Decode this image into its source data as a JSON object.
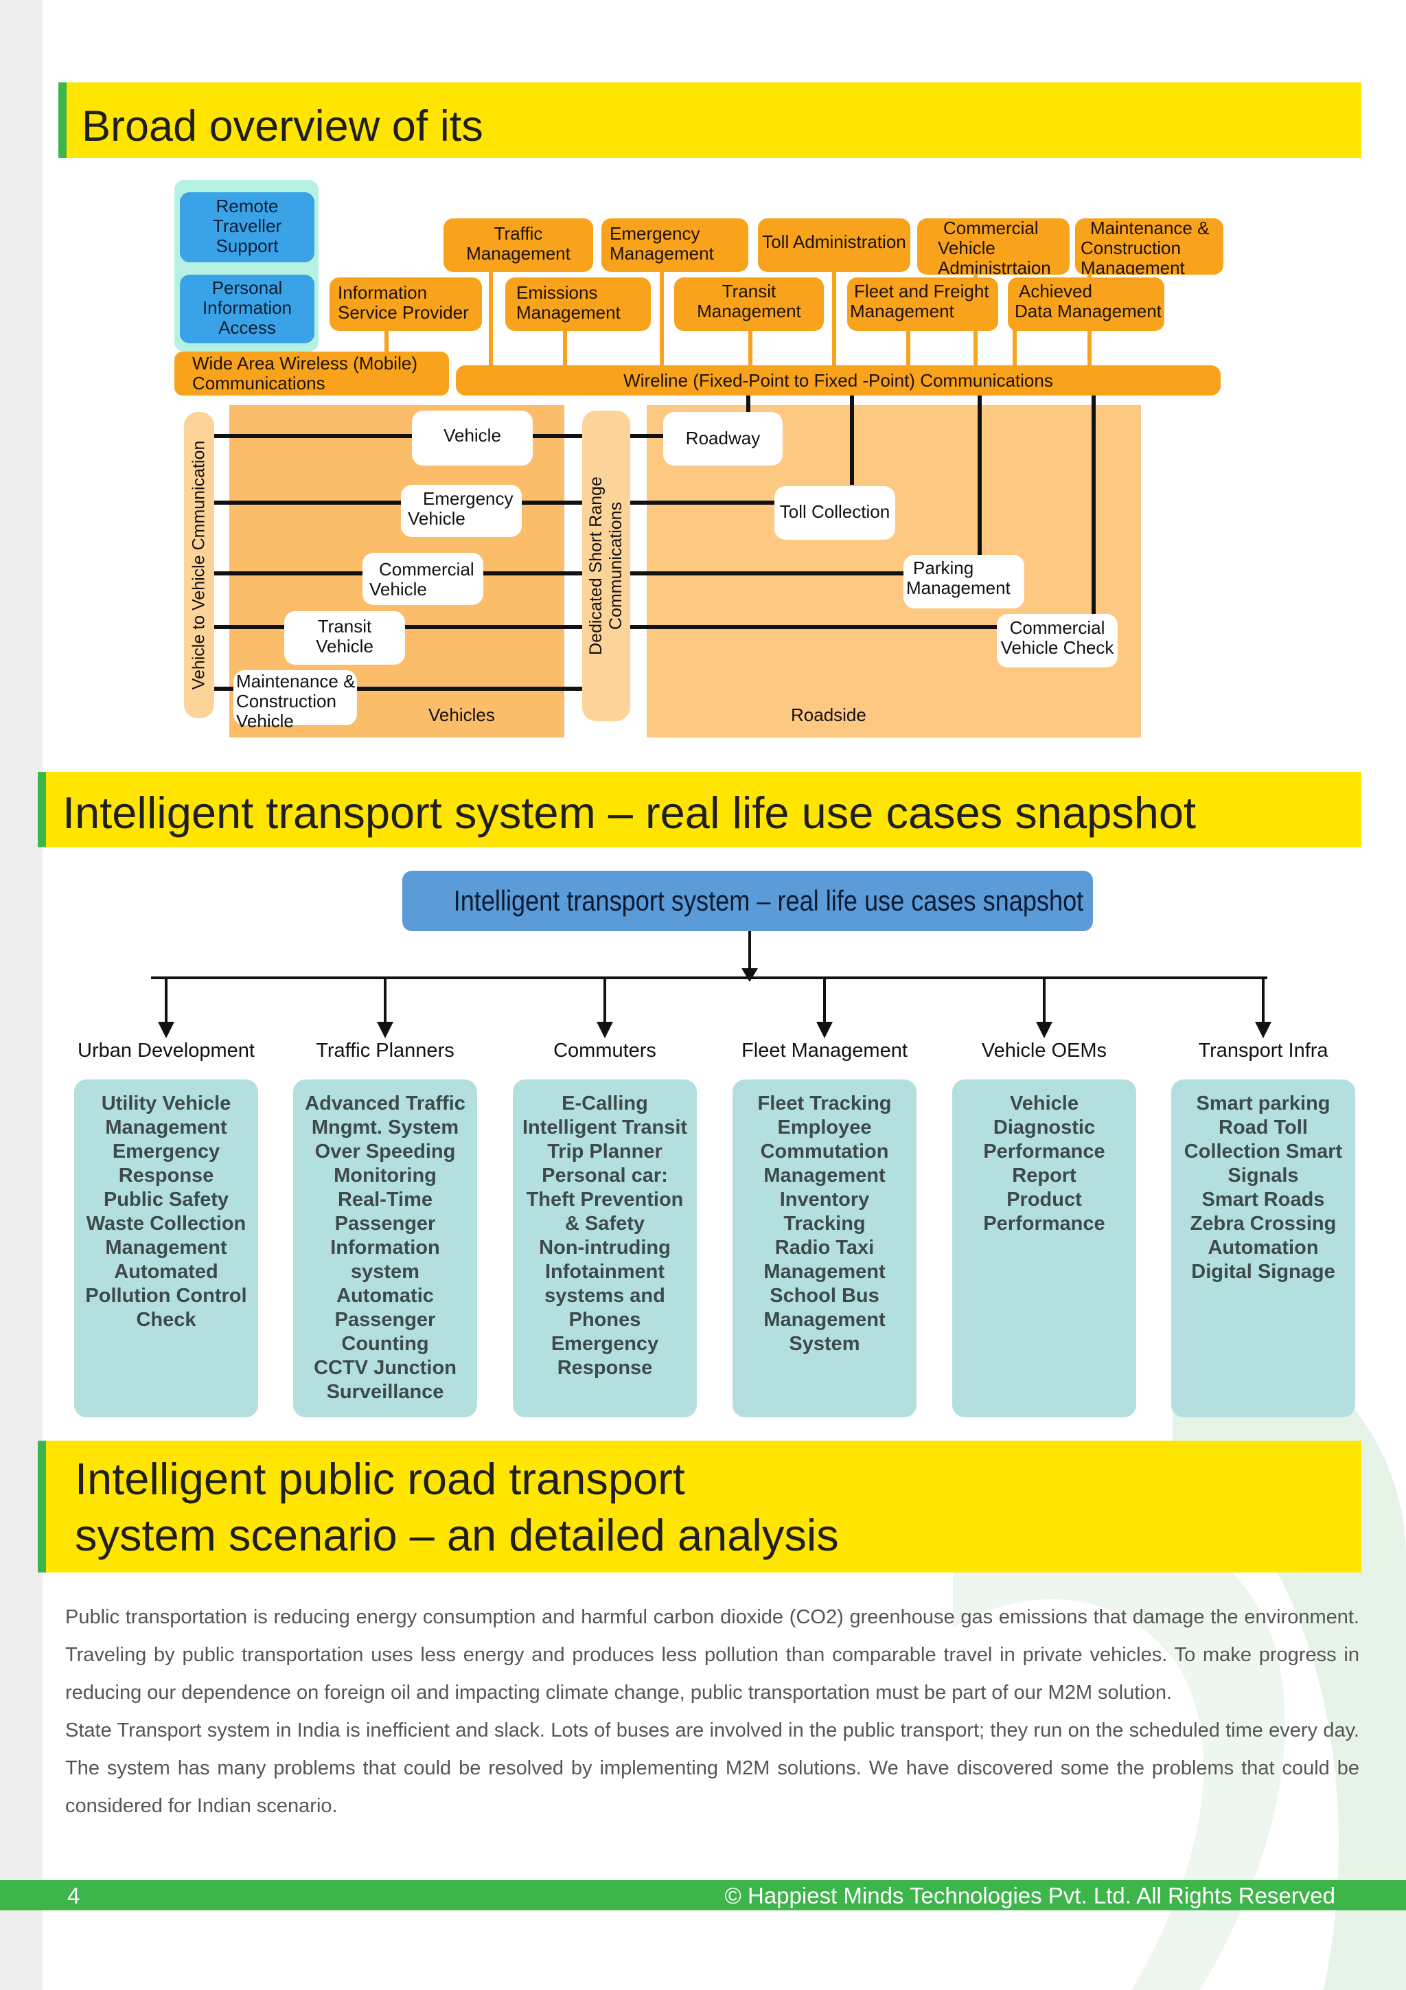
{
  "banners": {
    "its_overview": "Broad overview of its",
    "use_cases": "Intelligent transport system – real life use cases snapshot",
    "analysis_line1": "Intelligent public road transport",
    "analysis_line2": "system scenario – an detailed analysis"
  },
  "architecture": {
    "travelers": {
      "remote": [
        "Remote",
        "Traveller",
        "Support"
      ],
      "personal": [
        "Personal",
        "Information",
        "Access"
      ]
    },
    "centers": {
      "traffic": [
        "Traffic",
        "Management"
      ],
      "emergency": [
        "Emergency",
        "Management"
      ],
      "toll": "Toll Administration",
      "commercial": [
        "Commercial",
        "Vehicle",
        "Administrtaion"
      ],
      "maintenance": [
        "Maintenance &",
        "Construction",
        "Management"
      ],
      "information": [
        "Information",
        "Service Provider"
      ],
      "emissions": [
        "Emissions",
        "Management"
      ],
      "transit": [
        "Transit",
        "Management"
      ],
      "fleet": [
        "Fleet and Freight",
        "Management"
      ],
      "archived": [
        "Achieved",
        "Data Management"
      ]
    },
    "comms": {
      "wide_area": [
        "Wide Area Wireless (Mobile)",
        "Communications"
      ],
      "wireline": "Wireline (Fixed-Point to Fixed -Point) Communications",
      "v2v": "Vehicle to Vehicle Cmmunication",
      "dsrc": [
        "Dedicated Short Range",
        "Communications"
      ]
    },
    "vehicles": {
      "label": "Vehicles",
      "vehicle": "Vehicle",
      "emergency": [
        "Emergency",
        "Vehicle"
      ],
      "commercial": [
        "Commercial",
        "Vehicle"
      ],
      "transit": [
        "Transit",
        "Vehicle"
      ],
      "maintenance": [
        "Maintenance &",
        "Construction",
        "Vehicle"
      ]
    },
    "roadside": {
      "label": "Roadside",
      "roadway": "Roadway",
      "toll": "Toll Collection",
      "parking": [
        "Parking",
        "Management"
      ],
      "commercial_check": [
        "Commercial",
        "Vehicle Check"
      ]
    }
  },
  "use_cases": {
    "root": "Intelligent transport system – real life use cases snapshot",
    "categories": [
      {
        "name": "Urban Development",
        "items": [
          "Utility Vehicle",
          "Management",
          "Emergency",
          "Response",
          "Public Safety",
          "Waste Collection",
          "Management",
          "Automated",
          "Pollution Control",
          "Check"
        ]
      },
      {
        "name": "Traffic Planners",
        "items": [
          "Advanced Traffic",
          "Mngmt. System",
          "Over Speeding",
          "Monitoring",
          "Real-Time",
          "Passenger",
          "Information",
          "system",
          "Automatic",
          "Passenger",
          "Counting",
          "CCTV Junction",
          "Surveillance"
        ]
      },
      {
        "name": "Commuters",
        "items": [
          "E-Calling",
          "Intelligent Transit",
          "Trip Planner",
          "Personal car:",
          "Theft Prevention",
          "& Safety",
          "Non-intruding",
          "Infotainment",
          "systems and",
          "Phones",
          "Emergency",
          "Response"
        ]
      },
      {
        "name": "Fleet Management",
        "items": [
          "Fleet Tracking",
          "Employee",
          "Commutation",
          "Management",
          "Inventory",
          "Tracking",
          "Radio Taxi",
          "Management",
          "School Bus",
          "Management",
          "System"
        ]
      },
      {
        "name": "Vehicle OEMs",
        "items": [
          "Vehicle",
          "Diagnostic",
          "Performance",
          "Report",
          "Product",
          "Performance"
        ]
      },
      {
        "name": "Transport Infra",
        "items": [
          "Smart parking",
          "Road Toll",
          "Collection Smart",
          "Signals",
          "Smart Roads",
          "Zebra Crossing",
          "Automation",
          "Digital Signage"
        ]
      }
    ]
  },
  "analysis": {
    "paragraph1": "Public transportation is reducing energy consumption and harmful carbon dioxide (CO2) greenhouse gas emissions that damage the environment. Traveling by public transportation uses less energy and produces less pollution than comparable travel in private vehicles. To make progress in reducing our dependence on foreign oil and impacting climate change, public transportation must be part of our M2M solution.",
    "paragraph2": "State Transport system in India is inefficient and slack. Lots of buses are involved in the public transport; they run on the scheduled time every day. The system has many problems that could be resolved by implementing M2M solutions. We have discovered some the problems that could be considered for Indian scenario."
  },
  "footer": {
    "page_number": "4",
    "copyright": "© Happiest Minds Technologies Pvt. Ltd. All Rights Reserved"
  },
  "colors": {
    "banner_yellow": "#ffe500",
    "brand_green": "#3db54a",
    "orange": "#f8a31b",
    "blue": "#3aa3e8",
    "teal_card": "#b3e0de",
    "use_case_root": "#5a9bd8"
  }
}
